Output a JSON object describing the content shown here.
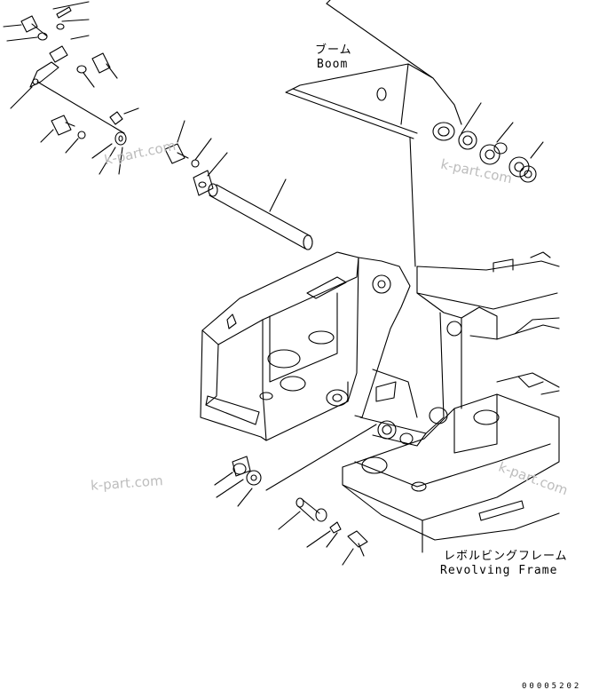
{
  "labels": {
    "boom_jp": "ブーム",
    "boom_en": "Boom",
    "frame_jp": "レボルビングフレーム",
    "frame_en": "Revolving Frame"
  },
  "watermark": "k-part.com",
  "figure_number": "00005202"
}
